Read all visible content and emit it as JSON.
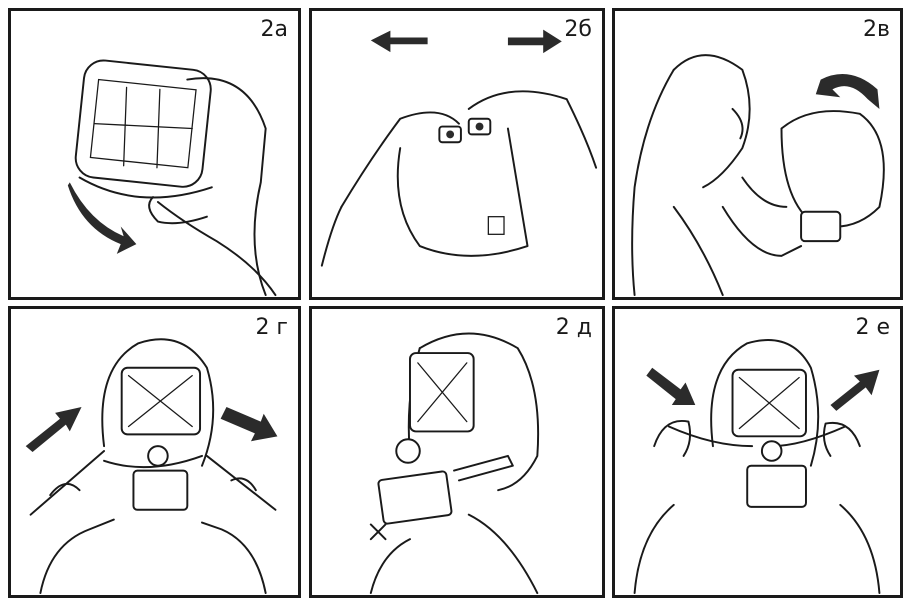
{
  "panels": [
    {
      "label": "2а"
    },
    {
      "label": "2б"
    },
    {
      "label": "2в"
    },
    {
      "label": "2 г"
    },
    {
      "label": "2 д"
    },
    {
      "label": "2 е"
    }
  ]
}
